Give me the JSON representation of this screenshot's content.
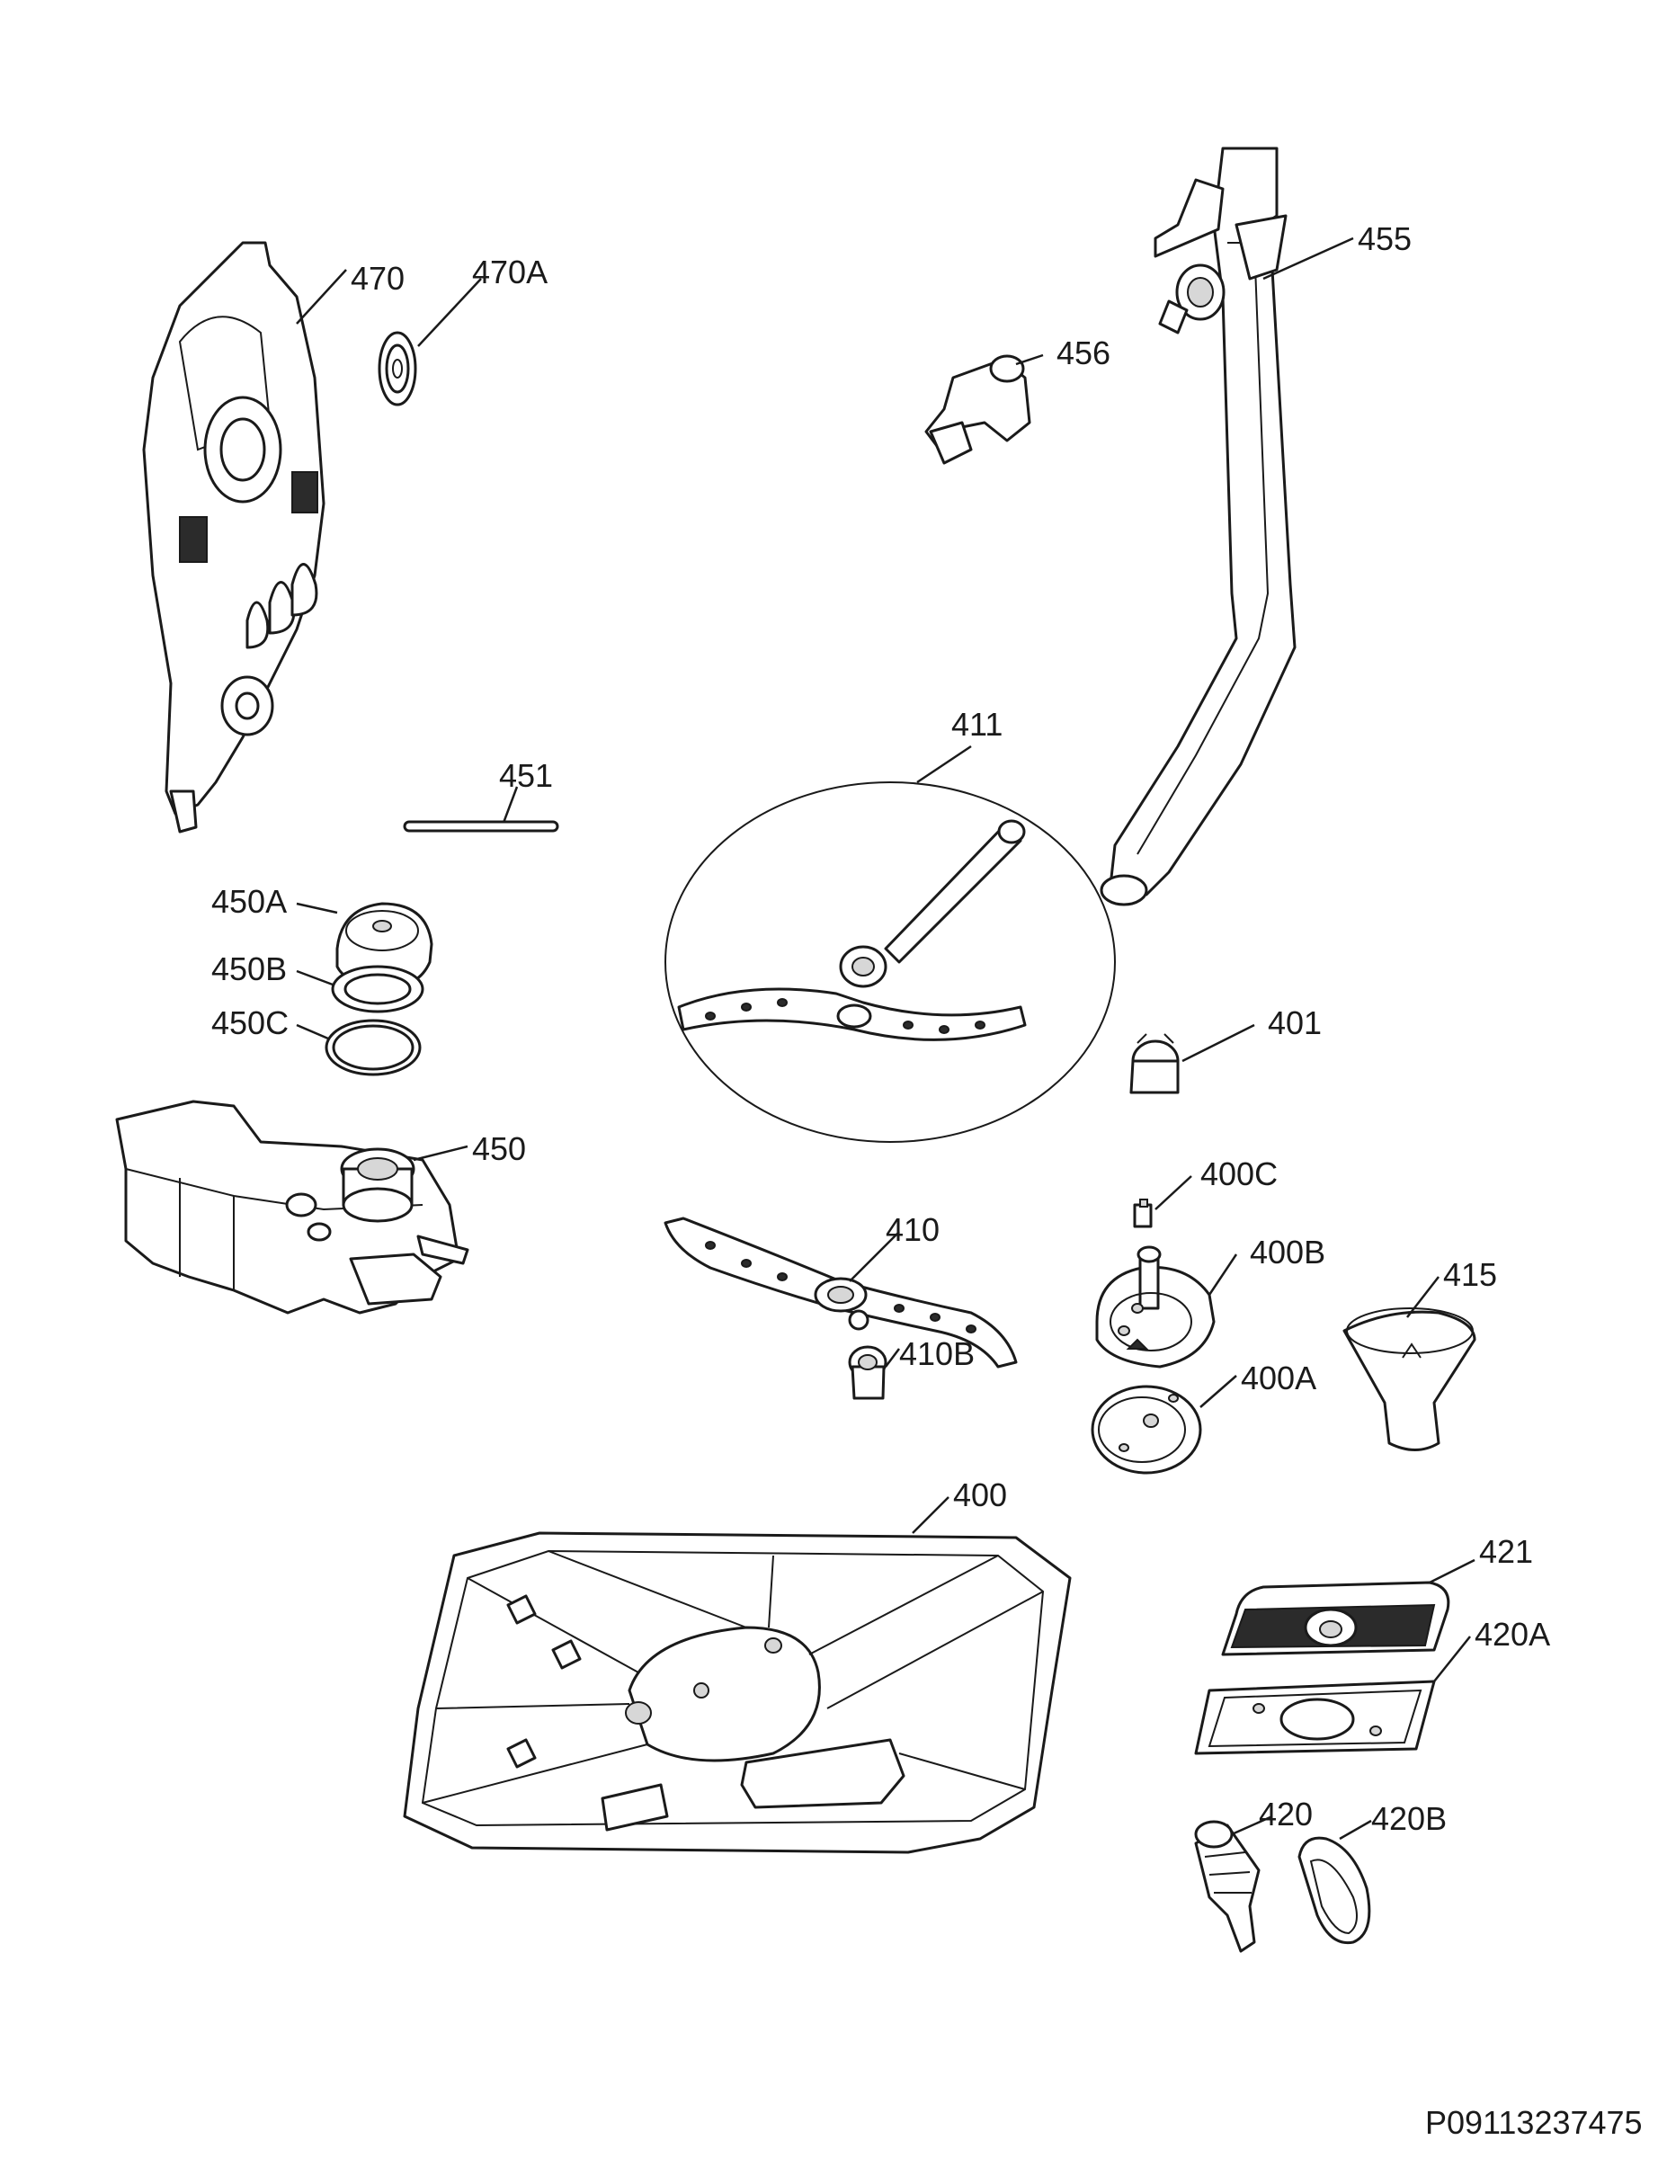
{
  "document_code": "P09113237475",
  "labels": {
    "l470": "470",
    "l470A": "470A",
    "l455": "455",
    "l456": "456",
    "l451": "451",
    "l411": "411",
    "l450A": "450A",
    "l450B": "450B",
    "l450C": "450C",
    "l450": "450",
    "l401": "401",
    "l400C": "400C",
    "l410": "410",
    "l400B": "400B",
    "l415": "415",
    "l410B": "410B",
    "l400A": "400A",
    "l400": "400",
    "l421": "421",
    "l420A": "420A",
    "l420": "420",
    "l420B": "420B"
  }
}
